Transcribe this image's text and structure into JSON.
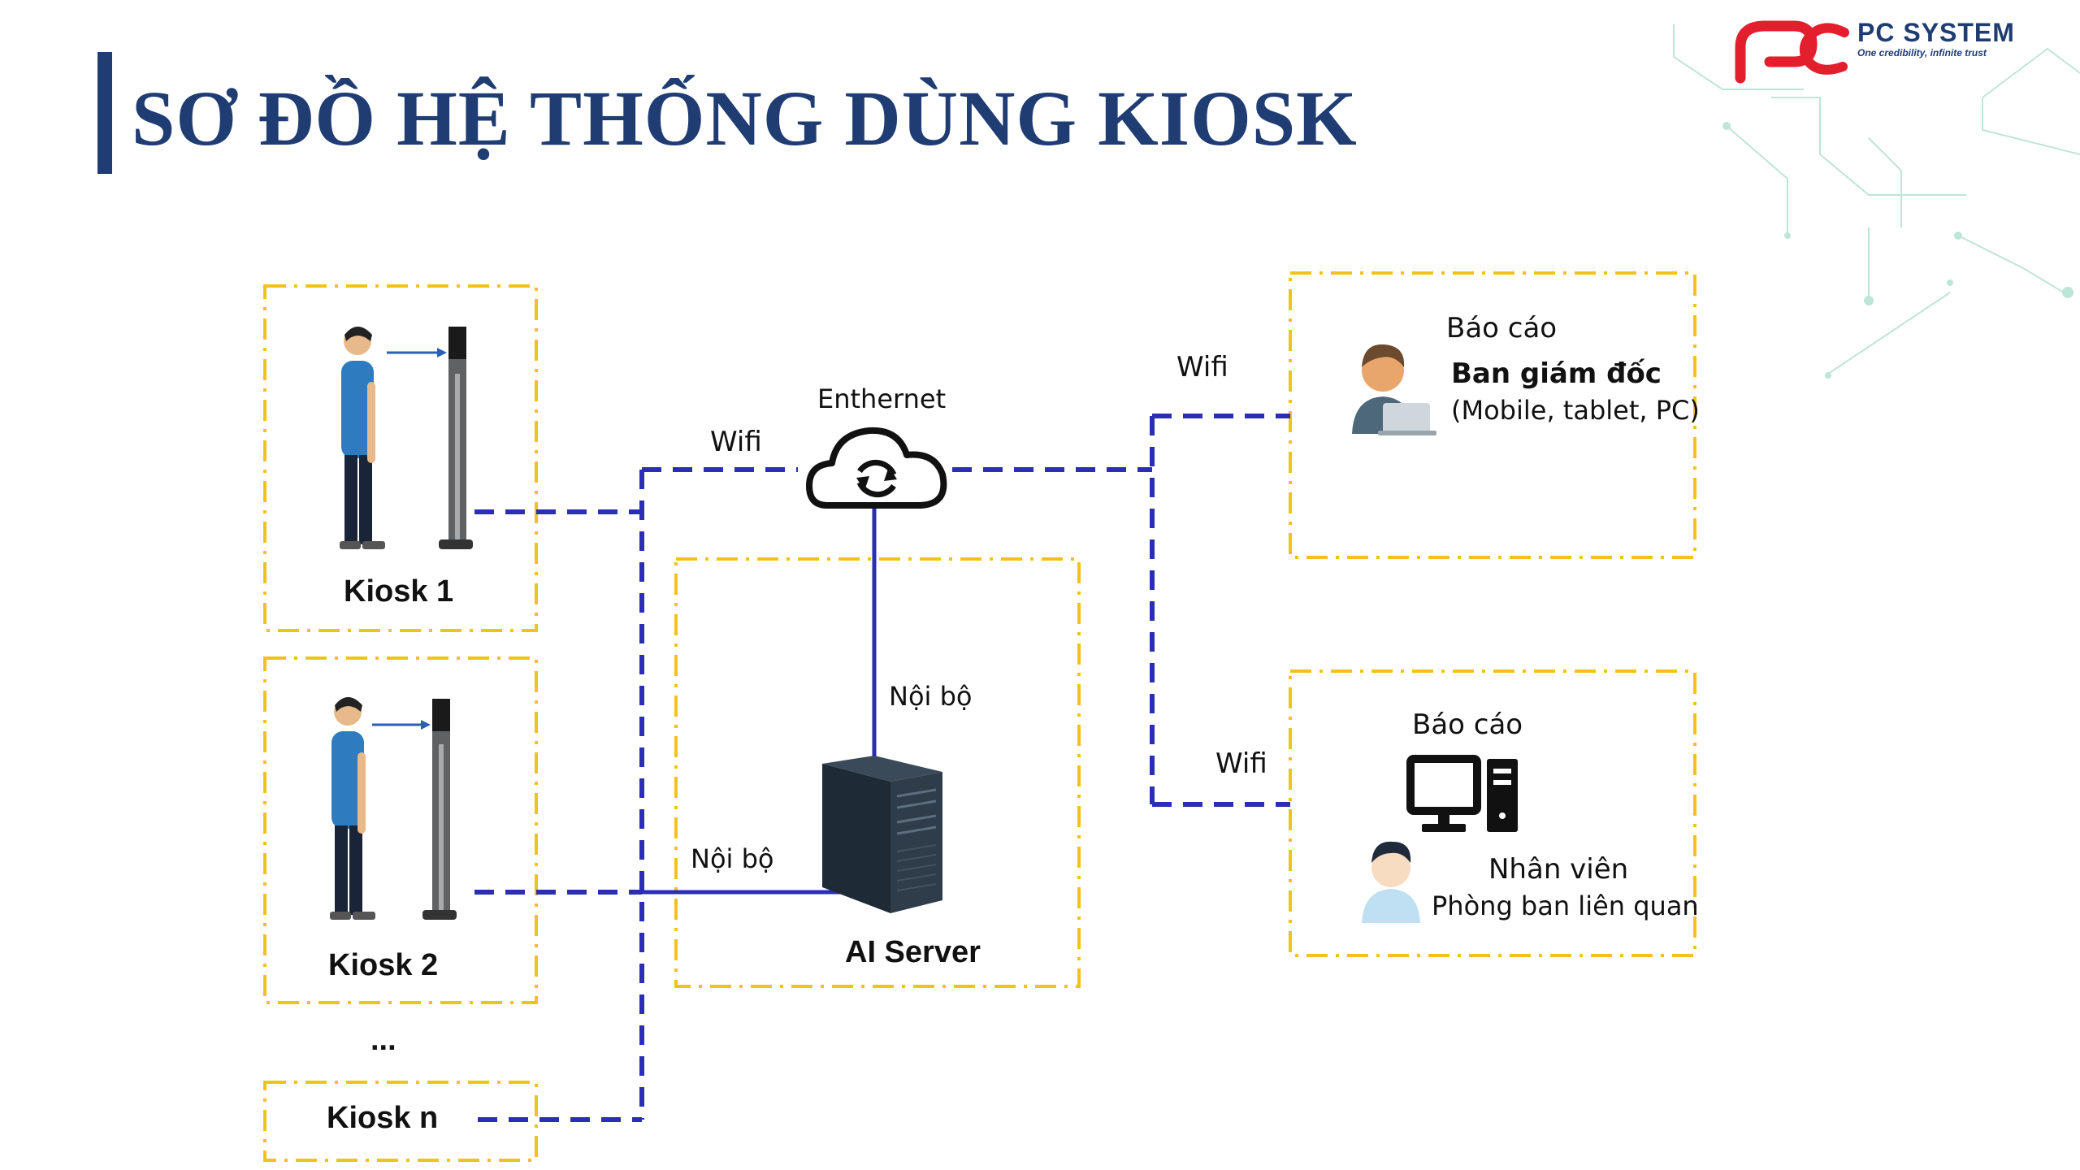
{
  "page": {
    "title": "SƠ ĐỒ HỆ THỐNG DÙNG KIOSK"
  },
  "brand": {
    "name": "PC SYSTEM",
    "tagline": "One credibility, infinite trust",
    "logo_letters": "pc"
  },
  "diagram": {
    "kiosks": [
      {
        "label": "Kiosk 1"
      },
      {
        "label": "Kiosk 2"
      },
      {
        "label": "Kiosk n"
      }
    ],
    "ellipsis": "...",
    "cloud": {
      "label": "Enthernet"
    },
    "server": {
      "label": "AI Server"
    },
    "links": {
      "wifi_kiosks": "Wifi",
      "wifi_directors": "Wifi",
      "wifi_staff": "Wifi",
      "internal_cloud": "Nội bộ",
      "internal_kiosk2": "Nội bộ"
    },
    "directors": {
      "caption": "Báo cáo",
      "title": "Ban giám đốc",
      "devices": "(Mobile, tablet, PC)"
    },
    "staff": {
      "caption": "Báo cáo",
      "title": "Nhân viên",
      "department": "Phòng ban liên quan"
    },
    "colors": {
      "box_border": "#f2c21b",
      "dashed_link": "#2a2db5",
      "solid_link": "#2a2db5",
      "title": "#1f3c73",
      "logo_red": "#e31e2d"
    }
  }
}
